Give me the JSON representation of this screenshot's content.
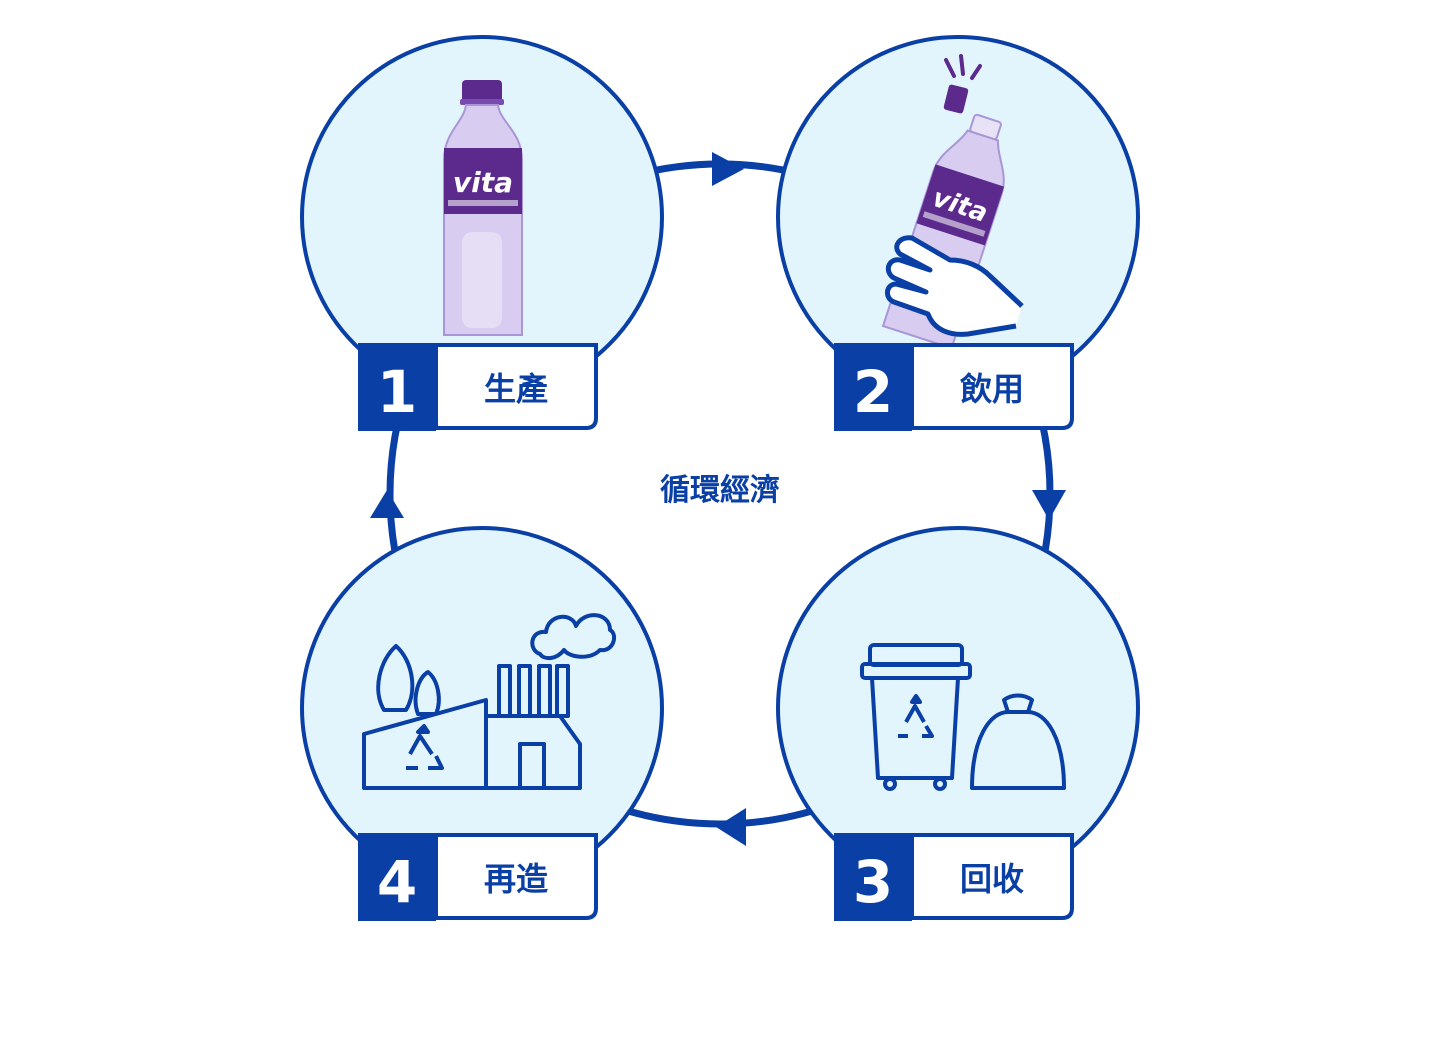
{
  "center_label": "循環經濟",
  "colors": {
    "primary": "#0a3fa6",
    "circle_fill": "#e2f5fc",
    "bottle_purple": "#5b2a8c",
    "white": "#ffffff"
  },
  "steps": [
    {
      "number": "1",
      "label": "生產",
      "icon": "vita-bottle-icon"
    },
    {
      "number": "2",
      "label": "飲用",
      "icon": "hand-opening-bottle-icon"
    },
    {
      "number": "3",
      "label": "回收",
      "icon": "recycle-bin-and-bag-icon"
    },
    {
      "number": "4",
      "label": "再造",
      "icon": "recycling-factory-icon"
    }
  ],
  "bottle_label": {
    "brand": "vita"
  }
}
